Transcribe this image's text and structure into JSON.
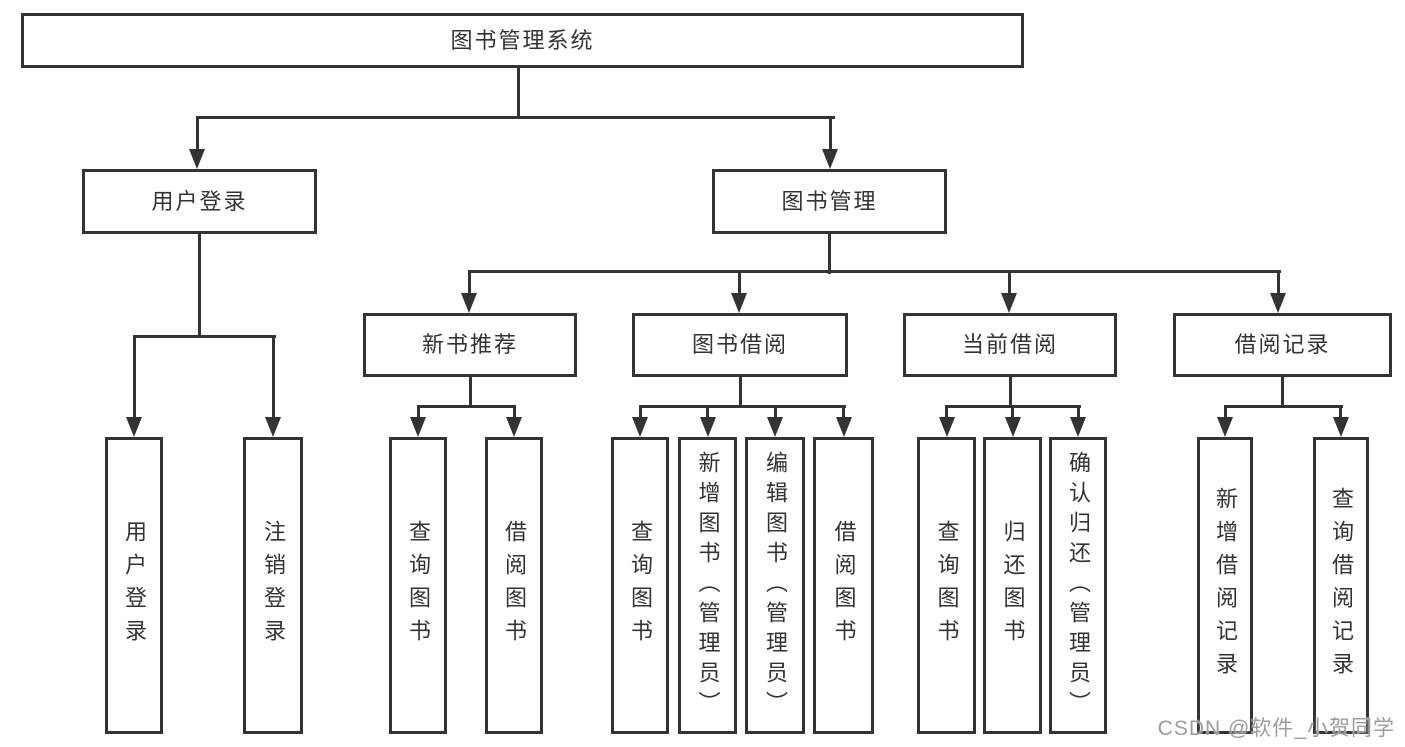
{
  "nodes": {
    "root": {
      "label": "图书管理系统"
    },
    "user_login": {
      "label": "用户登录"
    },
    "book_mgmt": {
      "label": "图书管理"
    },
    "new_book": {
      "label": "新书推荐"
    },
    "book_borrow": {
      "label": "图书借阅"
    },
    "current_borrow": {
      "label": "当前借阅"
    },
    "borrow_record": {
      "label": "借阅记录"
    },
    "leaf_login": {
      "label": "用户登录"
    },
    "leaf_logout": {
      "label": "注销登录"
    },
    "leaf_nb_query": {
      "label": "查询图书"
    },
    "leaf_nb_borrow": {
      "label": "借阅图书"
    },
    "leaf_bb_query": {
      "label": "查询图书"
    },
    "leaf_bb_add": {
      "label": "新增图书（管理员）"
    },
    "leaf_bb_edit": {
      "label": "编辑图书（管理员）"
    },
    "leaf_bb_borrow": {
      "label": "借阅图书"
    },
    "leaf_cb_query": {
      "label": "查询图书"
    },
    "leaf_cb_return": {
      "label": "归还图书"
    },
    "leaf_cb_confirm": {
      "label": "确认归还（管理员）"
    },
    "leaf_br_add": {
      "label": "新增借阅记录"
    },
    "leaf_br_query": {
      "label": "查询借阅记录"
    }
  },
  "watermark": {
    "text": "CSDN @软件_小贺同学"
  },
  "colors": {
    "line": "#333333",
    "text": "#333333",
    "watermark": "#9c9c9c",
    "background": "#ffffff"
  }
}
